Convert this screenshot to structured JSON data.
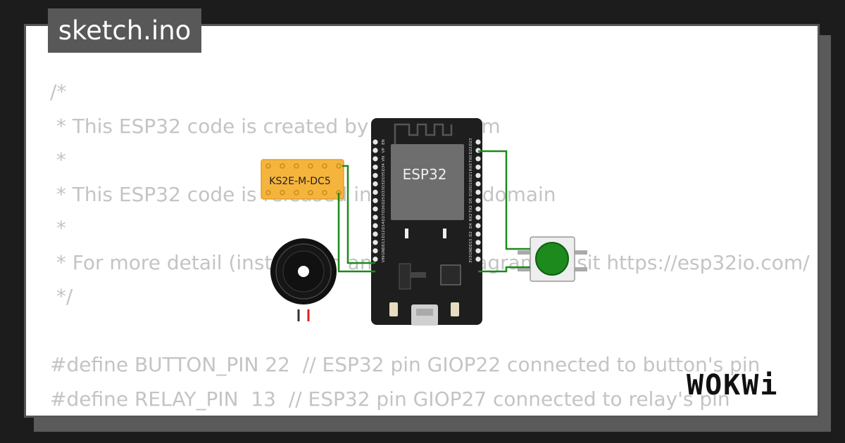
{
  "tab": {
    "title": "sketch.ino"
  },
  "code_lines": [
    "/*",
    " * This ESP32 code is created by esp32io.com",
    " *",
    " * This ESP32 code is released in the public domain",
    " *",
    " * For more detail (instruction and wiring diagram), visit https://esp32io.com/",
    " */",
    "",
    "#define BUTTON_PIN 22  // ESP32 pin GIOP22 connected to button's pin",
    "#define RELAY_PIN  13  // ESP32 pin GIOP27 connected to relay's pin"
  ],
  "board": {
    "chip_label": "ESP32",
    "left_pins": [
      "EN",
      "VP",
      "VN",
      "D34",
      "D35",
      "D32",
      "D33",
      "D25",
      "D26",
      "D27",
      "D14",
      "D12",
      "D13",
      "GND",
      "VIN"
    ],
    "right_pins": [
      "D23",
      "D22",
      "TX0",
      "RX0",
      "D21",
      "D19",
      "D18",
      "D5",
      "TX2",
      "RX2",
      "D4",
      "D2",
      "D15",
      "GND",
      "3V3"
    ]
  },
  "relay": {
    "label": "KS2E-M-DC5"
  },
  "brand": {
    "logo": "WOKWi"
  },
  "colors": {
    "wire": "#1a8a1a",
    "button_cap": "#1c8a1c",
    "relay_body": "#f5b43c",
    "board": "#1e1e1e",
    "chip": "#6e6e6e"
  }
}
